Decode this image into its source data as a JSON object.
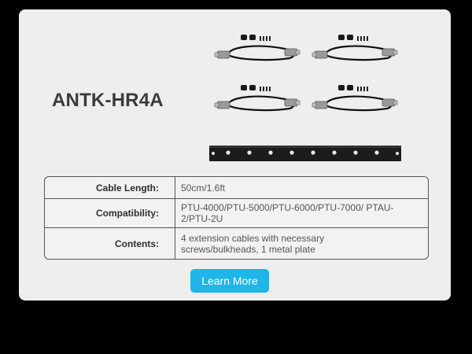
{
  "product": {
    "model": "ANTK-HR4A"
  },
  "specs": {
    "rows": [
      {
        "label": "Cable Length:",
        "value": "50cm/1.6ft"
      },
      {
        "label": "Compatibility:",
        "value": "PTU-4000/PTU-5000/PTU-6000/PTU-7000/ PTAU-2/PTU-2U"
      },
      {
        "label": "Contents:",
        "value": "4 extension cables with necessary screws/bulkheads, 1 metal plate"
      }
    ]
  },
  "actions": {
    "learn_more_label": "Learn More"
  },
  "colors": {
    "accent": "#1fb5e8",
    "card_background": "#eeeeee",
    "page_background": "#000000"
  }
}
